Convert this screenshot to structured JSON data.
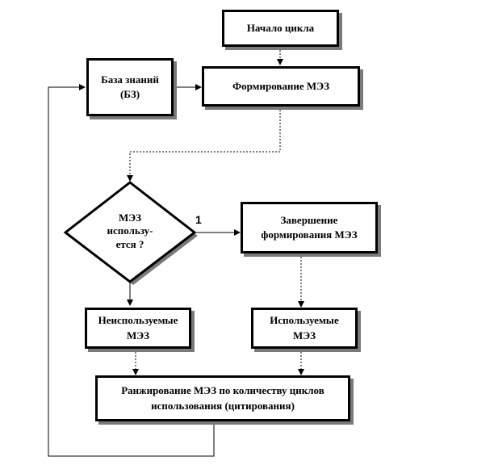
{
  "nodes": {
    "start": {
      "text": "Начало цикла"
    },
    "knowledge_base": {
      "line1": "База знаний",
      "line2": "(БЗ)"
    },
    "formation": {
      "text": "Формирование МЭЗ"
    },
    "decision": {
      "line1": "МЭЗ",
      "line2": "использу-",
      "line3": "ется ?"
    },
    "completion": {
      "line1": "Завершение",
      "line2": "формирования МЭЗ"
    },
    "unused": {
      "line1": "Неиспользуемые",
      "line2": "МЭЗ"
    },
    "used": {
      "line1": "Используемые",
      "line2": "МЭЗ"
    },
    "ranking": {
      "line1": "Ранжирование МЭЗ по количеству циклов",
      "line2": "использования (цитирования)"
    }
  },
  "edge_labels": {
    "decision_yes": "1"
  }
}
